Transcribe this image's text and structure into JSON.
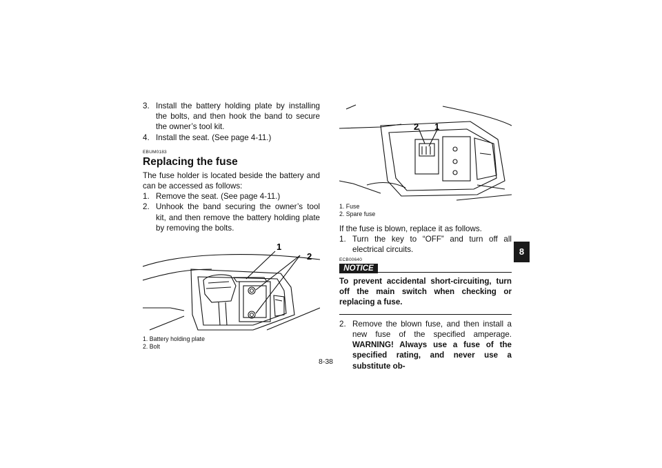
{
  "left": {
    "steps_top": [
      {
        "num": "3.",
        "text": "Install the battery holding plate by installing the bolts, and then hook the band to secure the owner’s tool kit."
      },
      {
        "num": "4.",
        "text": "Install the seat. (See page 4-11.)"
      }
    ],
    "code": "EBUM0183",
    "heading": "Replacing the fuse",
    "intro": "The fuse holder is located beside the battery and can be accessed as follows:",
    "steps": [
      {
        "num": "1.",
        "text": "Remove the seat. (See page 4-11.)"
      },
      {
        "num": "2.",
        "text": "Unhook the band securing the owner’s tool kit, and then remove the battery holding plate by removing the bolts."
      }
    ],
    "figure": {
      "callouts": [
        "1",
        "2"
      ],
      "captions": [
        "1. Battery holding plate",
        "2. Bolt"
      ]
    }
  },
  "right": {
    "figure": {
      "callouts": [
        "2",
        "1"
      ],
      "captions": [
        "1. Fuse",
        "2. Spare fuse"
      ]
    },
    "intro": "If the fuse is blown, replace it as follows.",
    "steps": [
      {
        "num": "1.",
        "text": "Turn the key to “OFF” and turn off all electrical circuits."
      }
    ],
    "code": "ECB00640",
    "notice_label": "NOTICE",
    "notice_text": "To prevent accidental short-circuiting, turn off the main switch when checking or replacing a fuse.",
    "step2": {
      "num": "2.",
      "text": "Remove the blown fuse, and then install a new fuse of the specified amperage.",
      "warning": "WARNING! Always use a fuse of the specified rating, and never use a substitute ob-"
    }
  },
  "tab": "8",
  "page_number": "8-38"
}
